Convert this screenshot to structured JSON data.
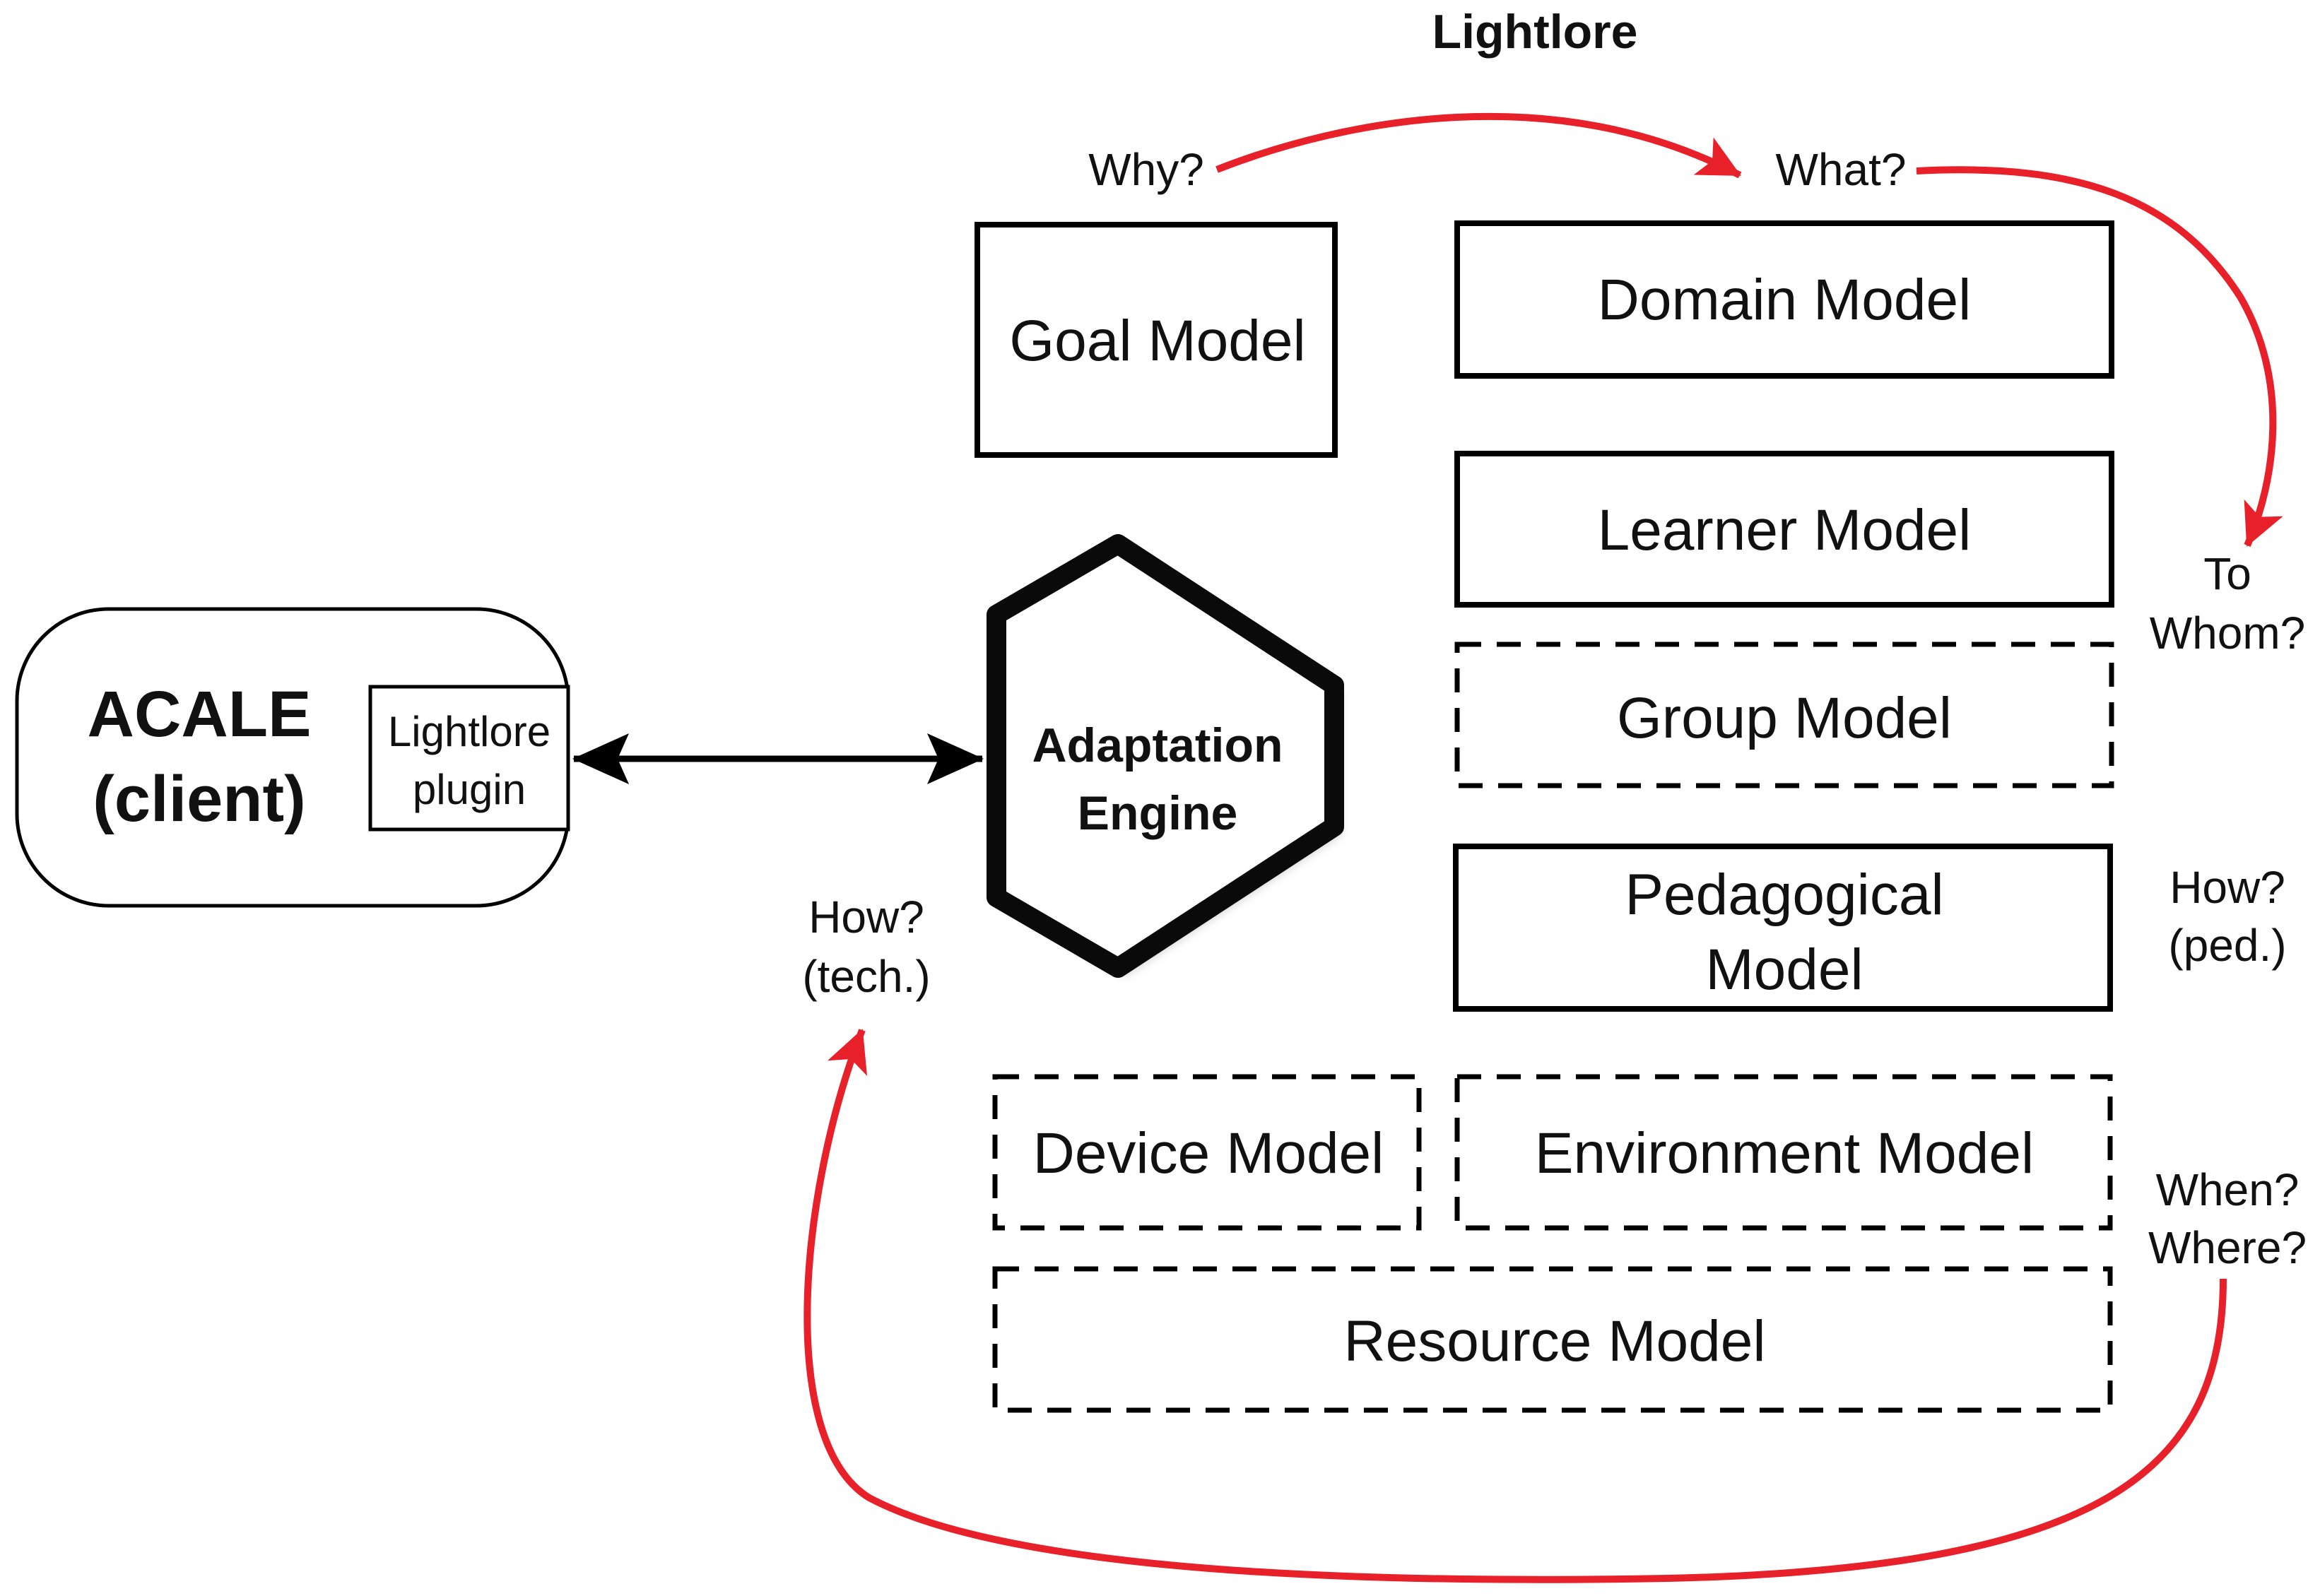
{
  "title": "Lightlore",
  "client": {
    "name": "ACALE",
    "role": "(client)",
    "plugin_line1": "Lightlore",
    "plugin_line2": "plugin"
  },
  "engine": {
    "line1": "Adaptation",
    "line2": "Engine"
  },
  "models": {
    "goal": "Goal Model",
    "domain": "Domain Model",
    "learner": "Learner Model",
    "group": "Group Model",
    "pedagogical_line1": "Pedagogical",
    "pedagogical_line2": "Model",
    "device": "Device Model",
    "environment": "Environment Model",
    "resource": "Resource Model"
  },
  "questions": {
    "why": "Why?",
    "what": "What?",
    "to_whom_line1": "To",
    "to_whom_line2": "Whom?",
    "how_ped_line1": "How?",
    "how_ped_line2": "(ped.)",
    "when": "When?",
    "where": "Where?",
    "how_tech_line1": "How?",
    "how_tech_line2": "(tech.)"
  },
  "colors": {
    "flow_arrow": "#e8202a",
    "outline": "#000000"
  }
}
